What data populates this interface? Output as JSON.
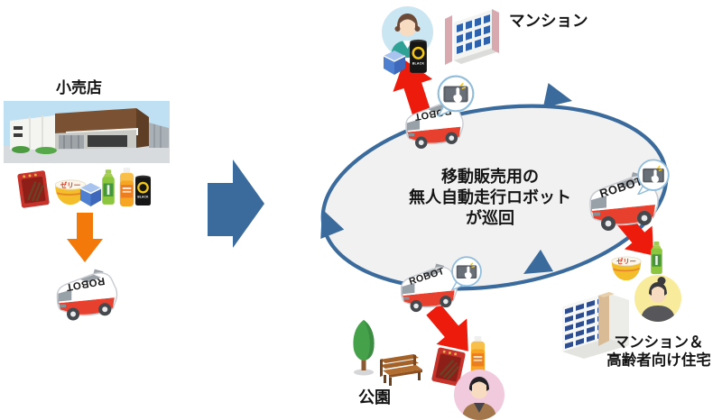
{
  "diagram": {
    "source": {
      "label": "小売店"
    },
    "loop_caption": {
      "line1": "移動販売用の",
      "line2": "無人自動走行ロボット",
      "line3": "が巡回"
    },
    "destinations": {
      "mansion": {
        "label": "マンション"
      },
      "mansion_elderly": {
        "line1": "マンション＆",
        "line2": "高齢者向け住宅"
      },
      "park": {
        "label": "公園"
      }
    },
    "robot_label": "ROBOT",
    "products": {
      "jelly": "ゼリー",
      "coffee": "BLACK"
    },
    "colors": {
      "loop_blue": "#3A6B9C",
      "delivery_red": "#EC1B0C",
      "supply_orange": "#F4790B",
      "robot_red": "#E8402F",
      "loop_fill": "#F1F1F1"
    }
  }
}
